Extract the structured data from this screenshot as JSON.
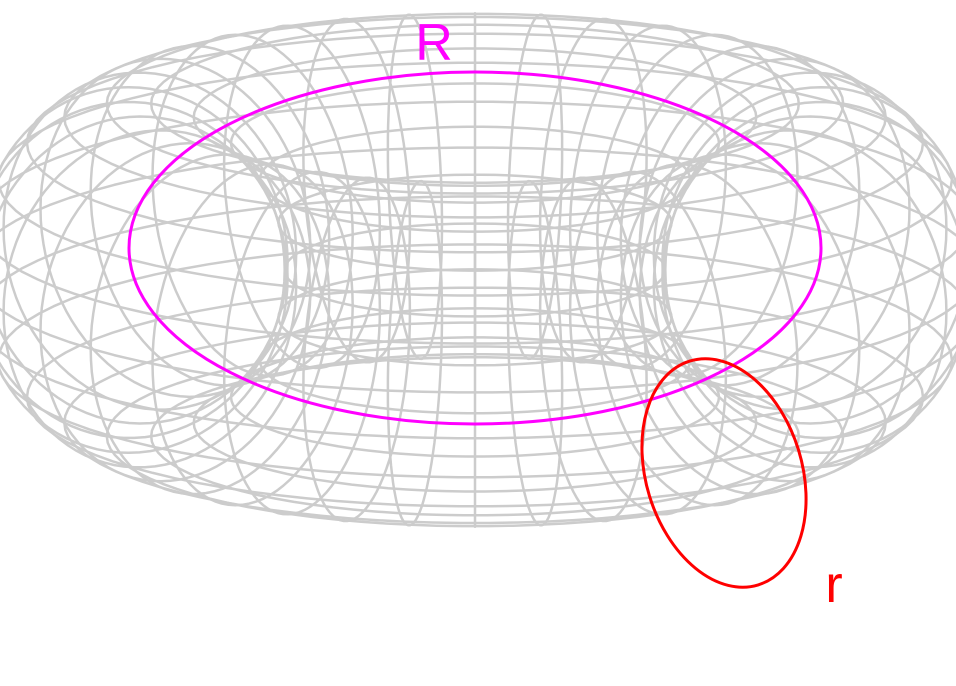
{
  "labels": {
    "major_radius": "R",
    "minor_radius": "r"
  },
  "colors": {
    "background": "#ffffff",
    "wireframe": "#cccccc",
    "major_radius_circle": "#ff00ff",
    "minor_radius_circle": "#ff0000"
  },
  "shape": "torus-wireframe"
}
